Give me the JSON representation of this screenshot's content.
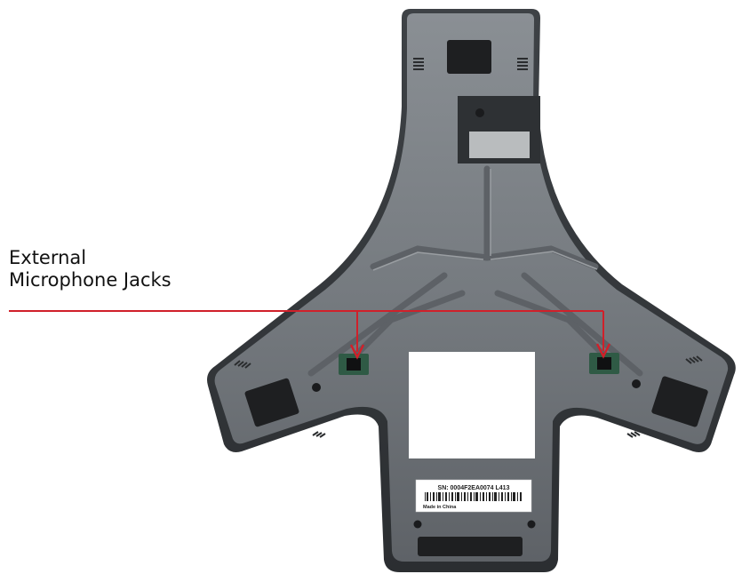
{
  "callout": {
    "line1": "External",
    "line2": "Microphone Jacks"
  },
  "label": {
    "serial_line": "SN: 0004F2EA0074   L413",
    "origin_line": "Made in China"
  },
  "colors": {
    "body": "#7b8085",
    "body_dark": "#4f5357",
    "groove": "#5d6166",
    "pad": "#1e1f21",
    "jack": "#2f5a45",
    "callout": "#d0202a",
    "label_bg": "#ffffff"
  }
}
